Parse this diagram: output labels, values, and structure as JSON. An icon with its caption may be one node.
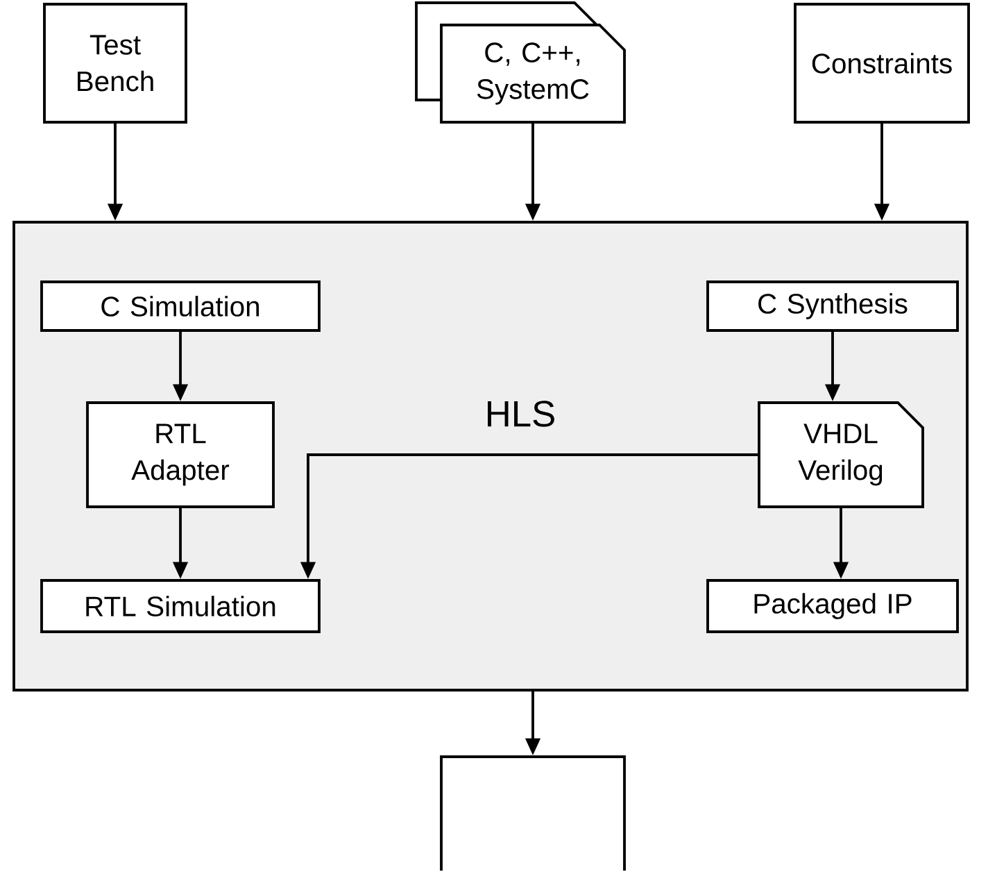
{
  "diagram": {
    "nodes": [
      {
        "text": [
          "Test Bench"
        ]
      },
      {
        "text": [
          "C, C++, SystemC"
        ]
      },
      {
        "text": [
          "Constraints"
        ]
      },
      {
        "text": [
          "HLS"
        ]
      },
      {
        "text": [
          "C Simulation"
        ],
        "in": 3
      },
      {
        "text": [
          "RTL Adapter"
        ],
        "in": 3
      },
      {
        "text": [
          "RTL Simulation"
        ],
        "in": 3
      },
      {
        "text": [
          "C Synthesis"
        ],
        "in": 3
      },
      {
        "text": [
          "VHDL Verilog"
        ],
        "in": 3
      },
      {
        "text": [
          "Packaged IP"
        ],
        "in": 3
      },
      {
        "text": [],
        "shape": "box"
      }
    ],
    "edges": [
      {
        "from": 0,
        "to": 3,
        "arrow": "to"
      },
      {
        "from": 1,
        "to": 3,
        "arrow": "to"
      },
      {
        "from": 2,
        "to": 3,
        "arrow": "to"
      },
      {
        "from": 4,
        "to": 5,
        "arrow": "to"
      },
      {
        "from": 5,
        "to": 6,
        "arrow": "to"
      },
      {
        "from": 7,
        "to": 8,
        "arrow": "to"
      },
      {
        "from": 8,
        "to": 9,
        "arrow": "to"
      },
      {
        "from": 8,
        "to": 6,
        "arrow": "to"
      },
      {
        "from": 3,
        "to": 10,
        "arrow": "to"
      }
    ]
  }
}
